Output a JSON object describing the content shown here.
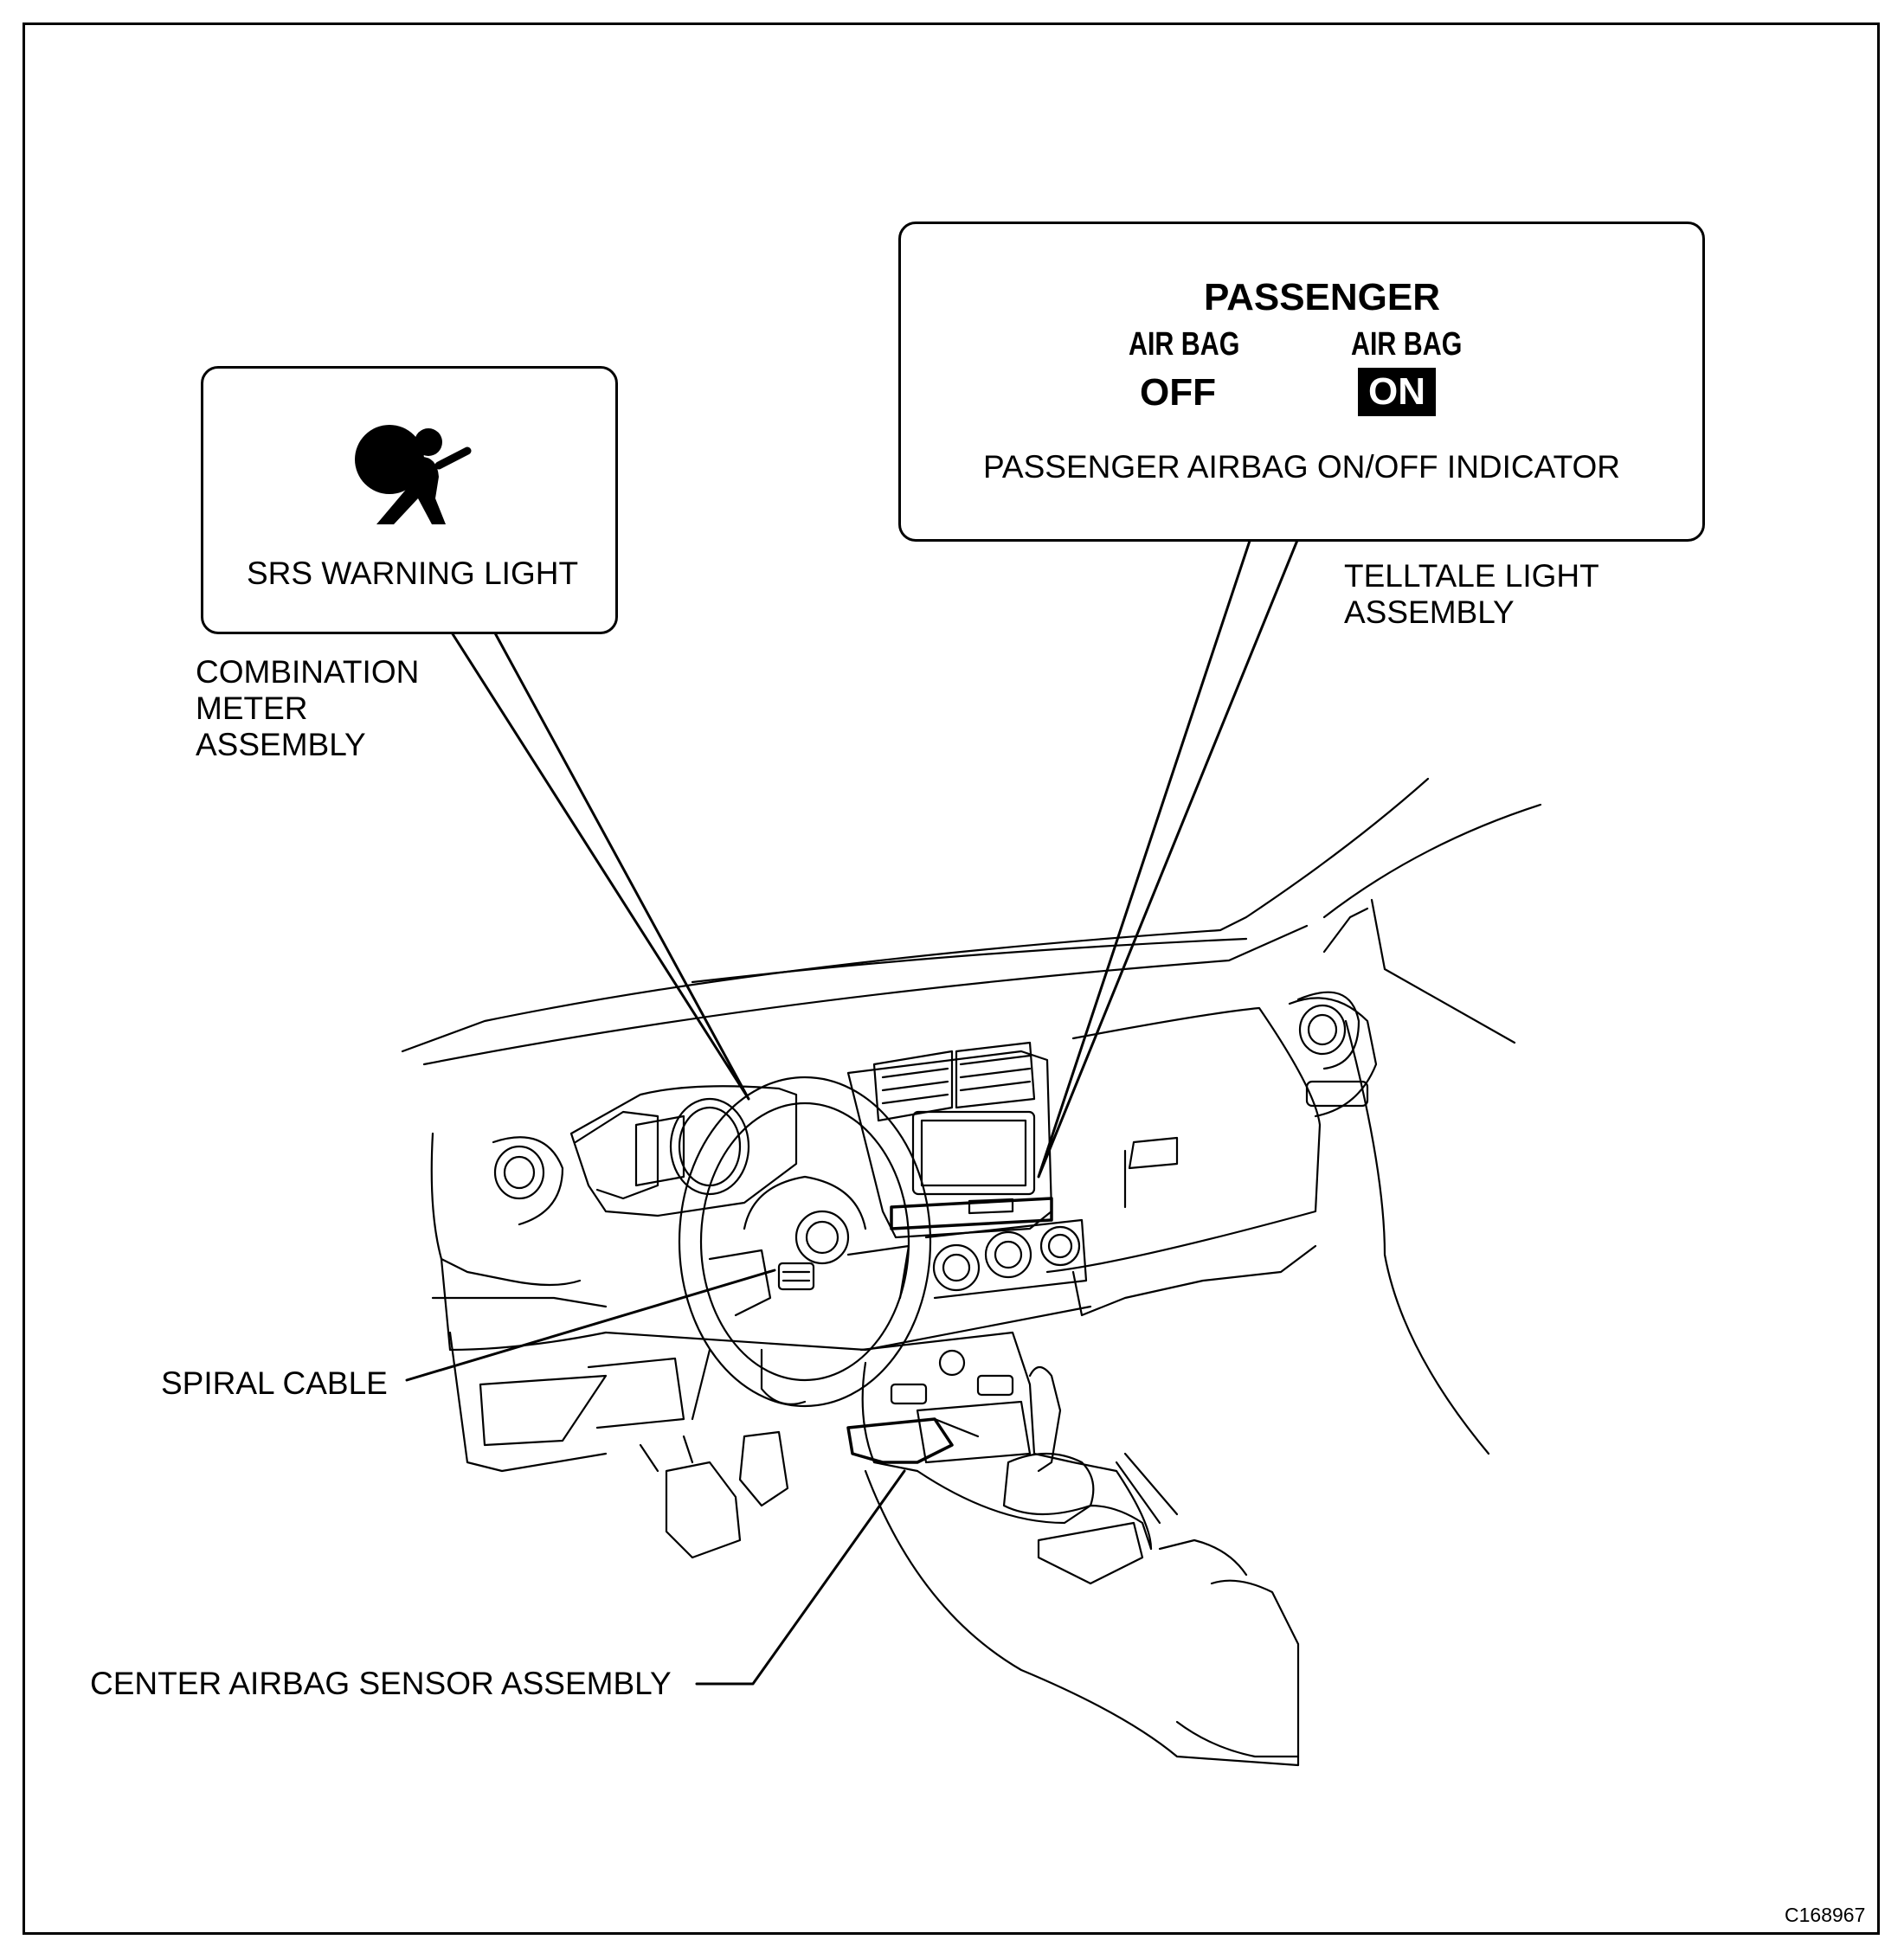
{
  "callouts": {
    "srs_warning_light": "SRS WARNING LIGHT",
    "combination_meter": [
      "COMBINATION",
      "METER",
      "ASSEMBLY"
    ],
    "passenger_indicator": {
      "heading": "PASSENGER",
      "left_top": "AIR BAG",
      "left_state": "OFF",
      "right_top": "AIR BAG",
      "right_state": "ON",
      "caption": "PASSENGER AIRBAG ON/OFF INDICATOR"
    },
    "telltale_light": [
      "TELLTALE LIGHT",
      "ASSEMBLY"
    ],
    "spiral_cable": "SPIRAL CABLE",
    "center_airbag_sensor": "CENTER AIRBAG SENSOR ASSEMBLY"
  },
  "figure_id": "C168967",
  "icons": {
    "srs": "airbag-occupant-icon"
  }
}
